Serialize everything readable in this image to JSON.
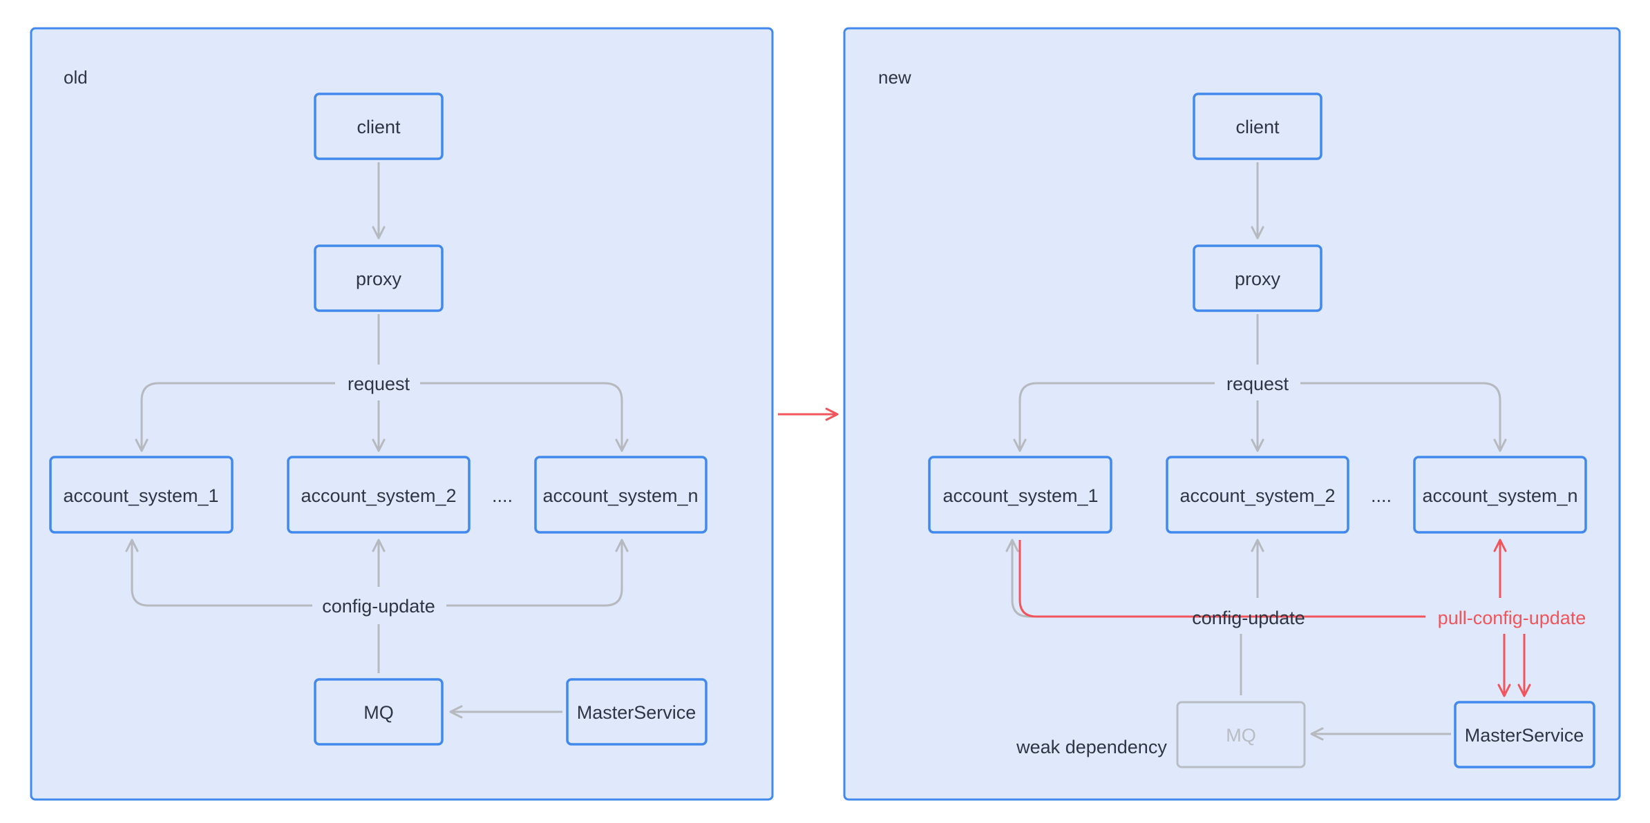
{
  "colors": {
    "panel_fill": "#dfe9fb",
    "border_blue": "#4189ec",
    "edge_gray": "#b6b9be",
    "accent_red": "#f2545b",
    "text_dark": "#2f3542",
    "weak_gray": "#b8bcc3"
  },
  "old": {
    "title": "old",
    "nodes": {
      "client": "client",
      "proxy": "proxy",
      "as1": "account_system_1",
      "as2": "account_system_2",
      "asn": "account_system_n",
      "mq": "MQ",
      "master": "MasterService"
    },
    "ellipsis": "....",
    "labels": {
      "request": "request",
      "config_update": "config-update"
    }
  },
  "transition_arrow_color": "#f2545b",
  "new": {
    "title": "new",
    "nodes": {
      "client": "client",
      "proxy": "proxy",
      "as1": "account_system_1",
      "as2": "account_system_2",
      "asn": "account_system_n",
      "mq": "MQ",
      "master": "MasterService"
    },
    "ellipsis": "....",
    "labels": {
      "request": "request",
      "config_update": "config-update",
      "pull_config_update": "pull-config-update",
      "weak_dependency": "weak dependency"
    }
  }
}
